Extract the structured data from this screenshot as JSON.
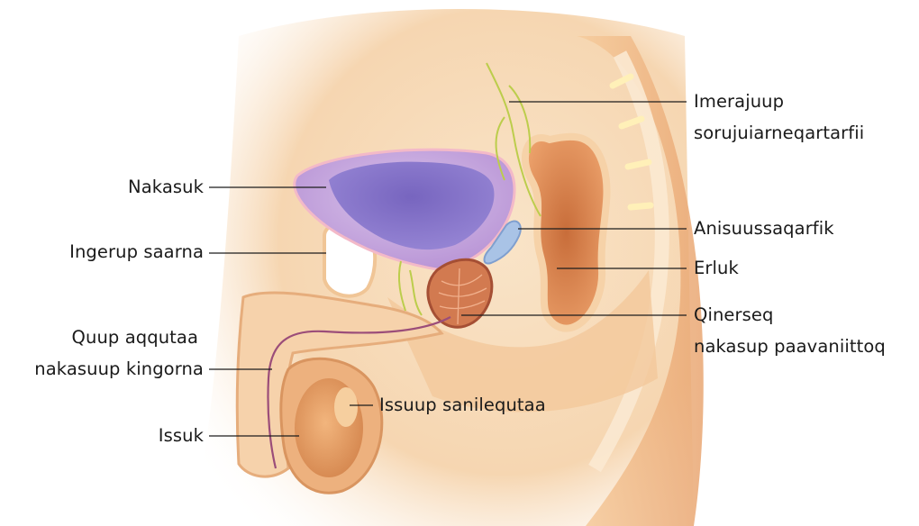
{
  "labels": {
    "nakasuk": "Nakasuk",
    "ingerup_saarna": "Ingerup saarna",
    "quup_line1": "Quup aqqutaa",
    "quup_line2": "nakasuup kingorna",
    "issuk": "Issuk",
    "imerajuup_line1": "Imerajuup",
    "imerajuup_line2": "sorujuiarneqartarfii",
    "anisuussaqarfik": "Anisuussaqarfik",
    "erluk": "Erluk",
    "qinerseq_line1": "Qinerseq",
    "qinerseq_line2": "nakasup paavaniittoq",
    "issuup_sanilequtaa": "Issuup sanilequtaa"
  },
  "colors": {
    "skin": "#f6d9b8",
    "skin_shadow": "#e7ab78",
    "bladder": "#c6a4dc",
    "urine": "#8571c7",
    "rectum": "#e59862",
    "prostate": "#c46a4a",
    "vesicle": "#a9c3e6",
    "nerve": "#b9c94a",
    "leader_line": "#1c1c1c"
  }
}
